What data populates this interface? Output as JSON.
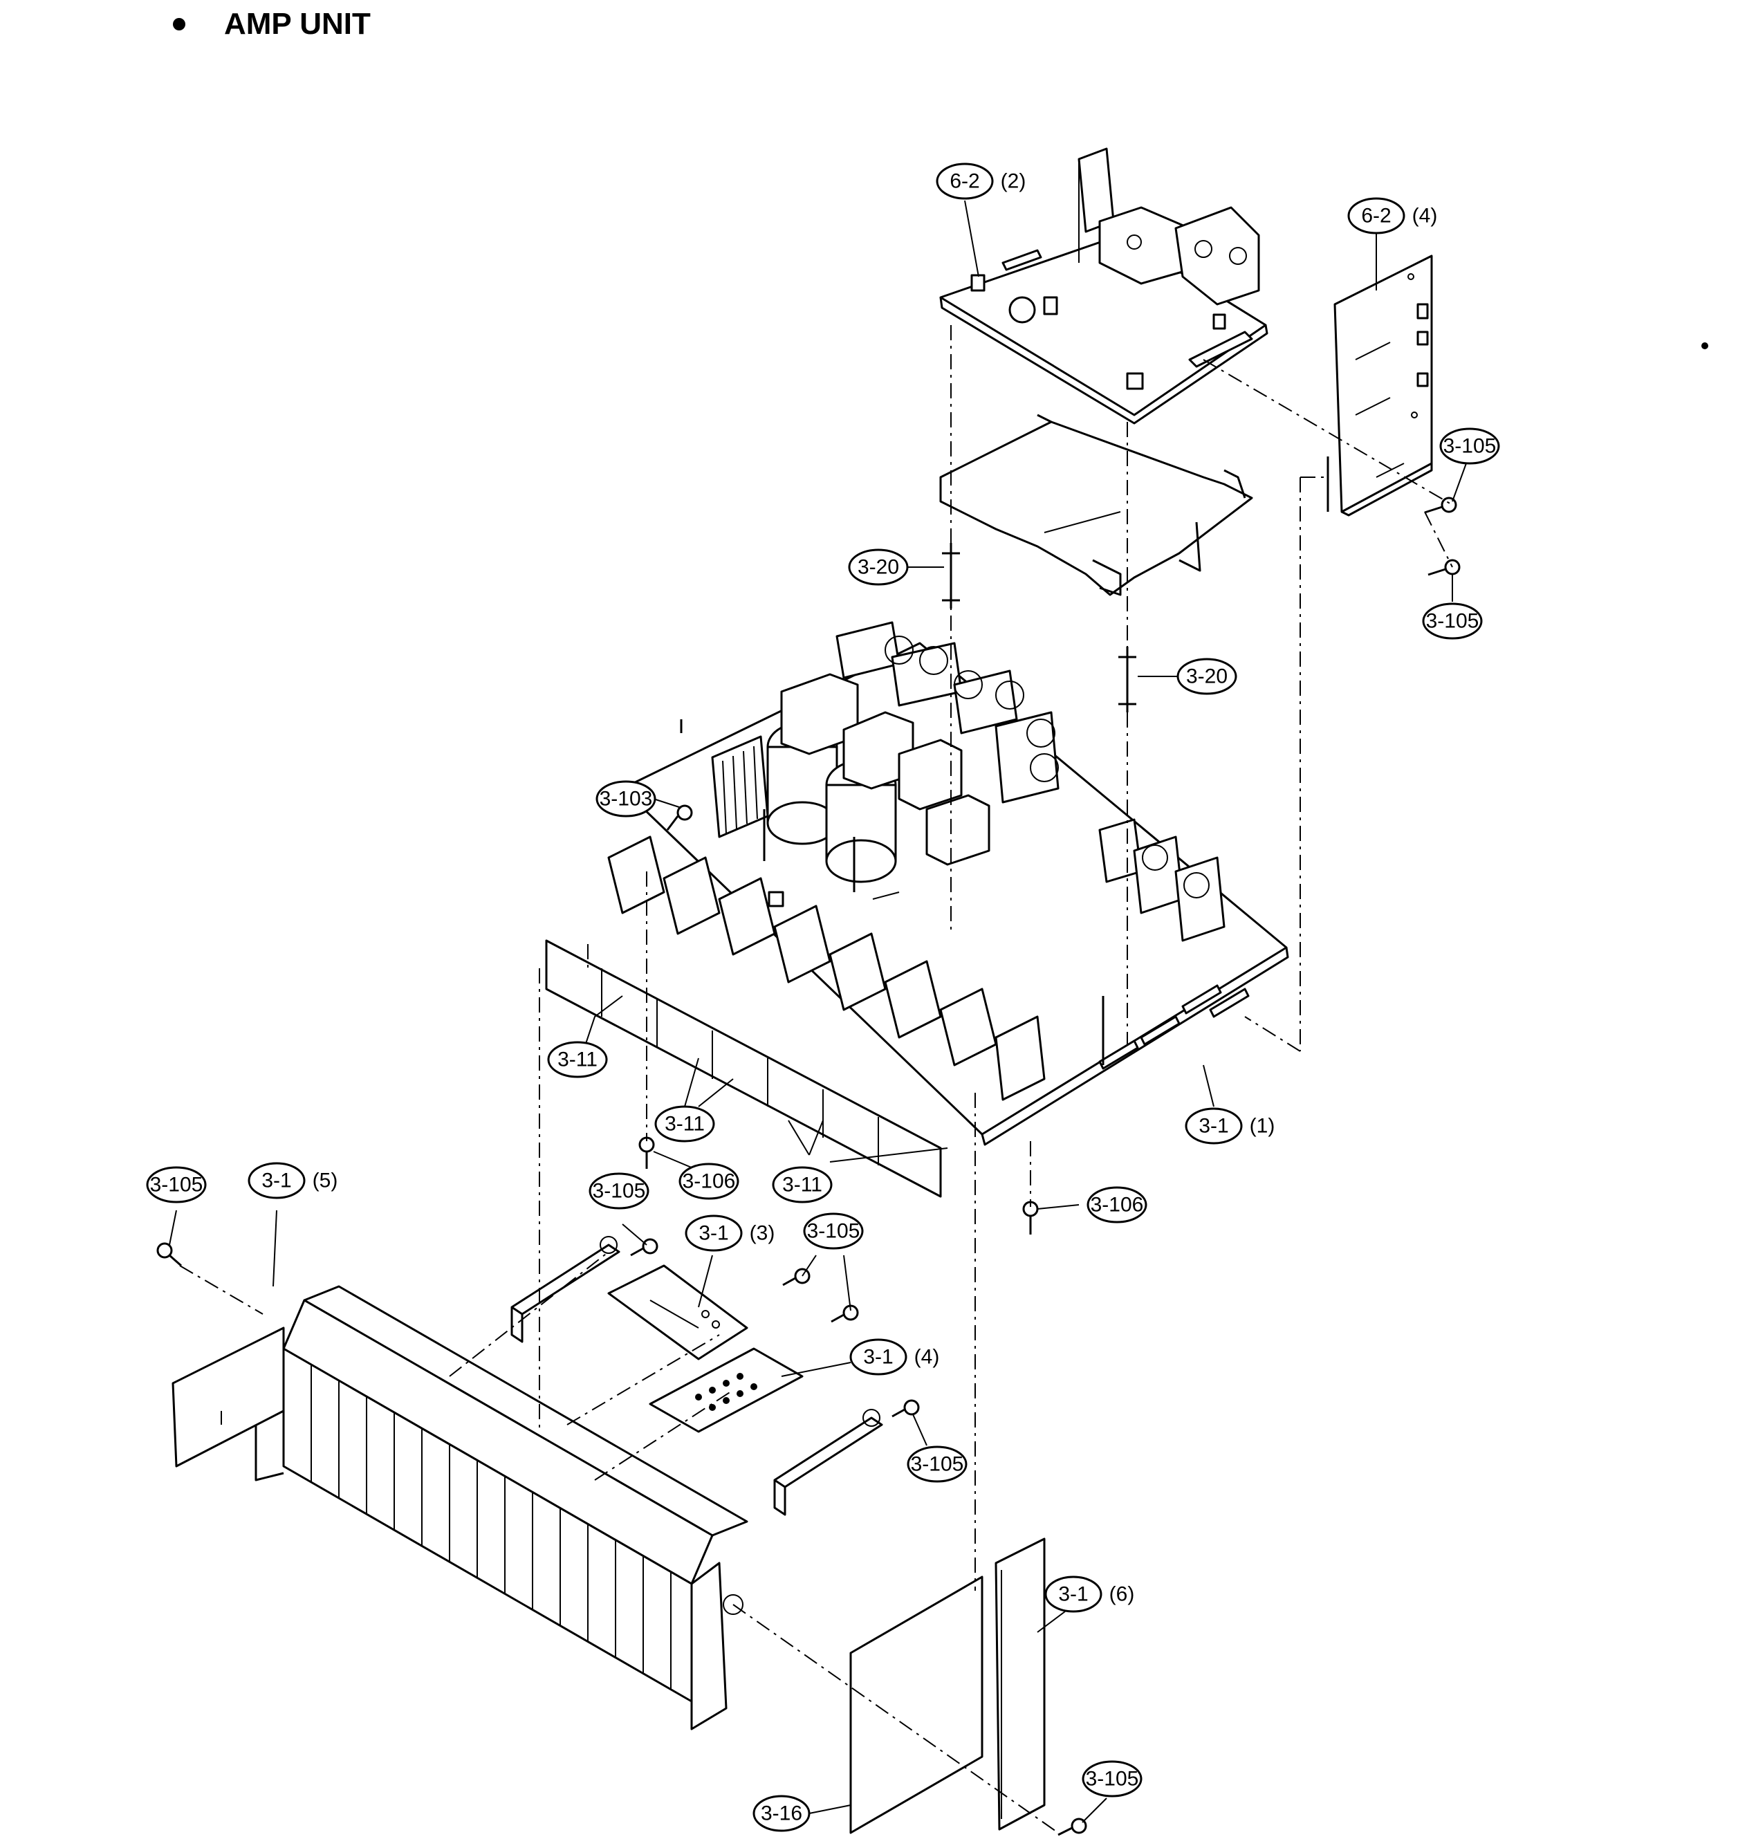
{
  "title": "AMP UNIT",
  "callouts": [
    {
      "id": "c1",
      "part": "6-2",
      "sub": "(2)"
    },
    {
      "id": "c2",
      "part": "6-2",
      "sub": "(4)"
    },
    {
      "id": "c3",
      "part": "3-105",
      "sub": ""
    },
    {
      "id": "c4",
      "part": "3-20",
      "sub": ""
    },
    {
      "id": "c5",
      "part": "3-105",
      "sub": ""
    },
    {
      "id": "c6",
      "part": "3-20",
      "sub": ""
    },
    {
      "id": "c7",
      "part": "3-103",
      "sub": ""
    },
    {
      "id": "c8",
      "part": "3-11",
      "sub": ""
    },
    {
      "id": "c9",
      "part": "3-11",
      "sub": ""
    },
    {
      "id": "c10",
      "part": "3-1",
      "sub": "(1)"
    },
    {
      "id": "c11",
      "part": "3-106",
      "sub": ""
    },
    {
      "id": "c12",
      "part": "3-11",
      "sub": ""
    },
    {
      "id": "c13",
      "part": "3-105",
      "sub": ""
    },
    {
      "id": "c14",
      "part": "3-1",
      "sub": "(5)"
    },
    {
      "id": "c15",
      "part": "3-105",
      "sub": ""
    },
    {
      "id": "c16",
      "part": "3-106",
      "sub": ""
    },
    {
      "id": "c17",
      "part": "3-1",
      "sub": "(3)"
    },
    {
      "id": "c18",
      "part": "3-105",
      "sub": ""
    },
    {
      "id": "c19",
      "part": "3-1",
      "sub": "(4)"
    },
    {
      "id": "c20",
      "part": "3-105",
      "sub": ""
    },
    {
      "id": "c21",
      "part": "3-1",
      "sub": "(6)"
    },
    {
      "id": "c22",
      "part": "3-16",
      "sub": ""
    },
    {
      "id": "c23",
      "part": "3-105",
      "sub": ""
    }
  ]
}
